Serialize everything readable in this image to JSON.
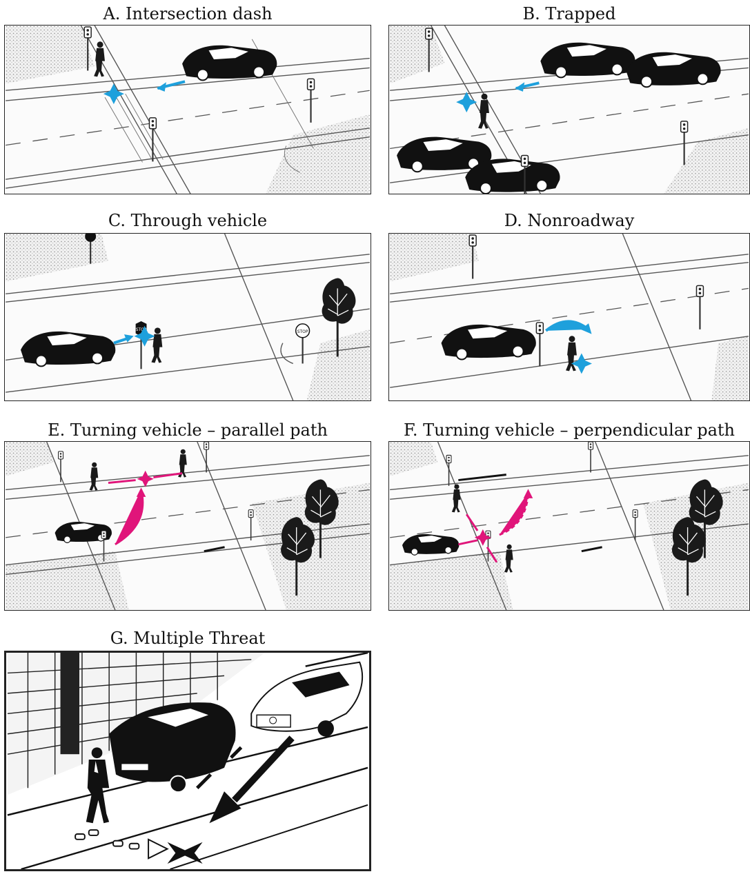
{
  "panels": [
    {
      "id": "A",
      "caption": "A. Intersection dash"
    },
    {
      "id": "B",
      "caption": "B. Trapped"
    },
    {
      "id": "C",
      "caption": "C. Through vehicle"
    },
    {
      "id": "D",
      "caption": "D. Nonroadway"
    },
    {
      "id": "E",
      "caption": "E. Turning vehicle – parallel path"
    },
    {
      "id": "F",
      "caption": "F. Turning vehicle – perpendicular path"
    },
    {
      "id": "G",
      "caption": "G. Multiple Threat"
    }
  ],
  "signs": {
    "stop": "STOP"
  },
  "colors": {
    "conflict_blue": "#1ea0dc",
    "conflict_pink": "#e0157a",
    "ink": "#111111"
  }
}
